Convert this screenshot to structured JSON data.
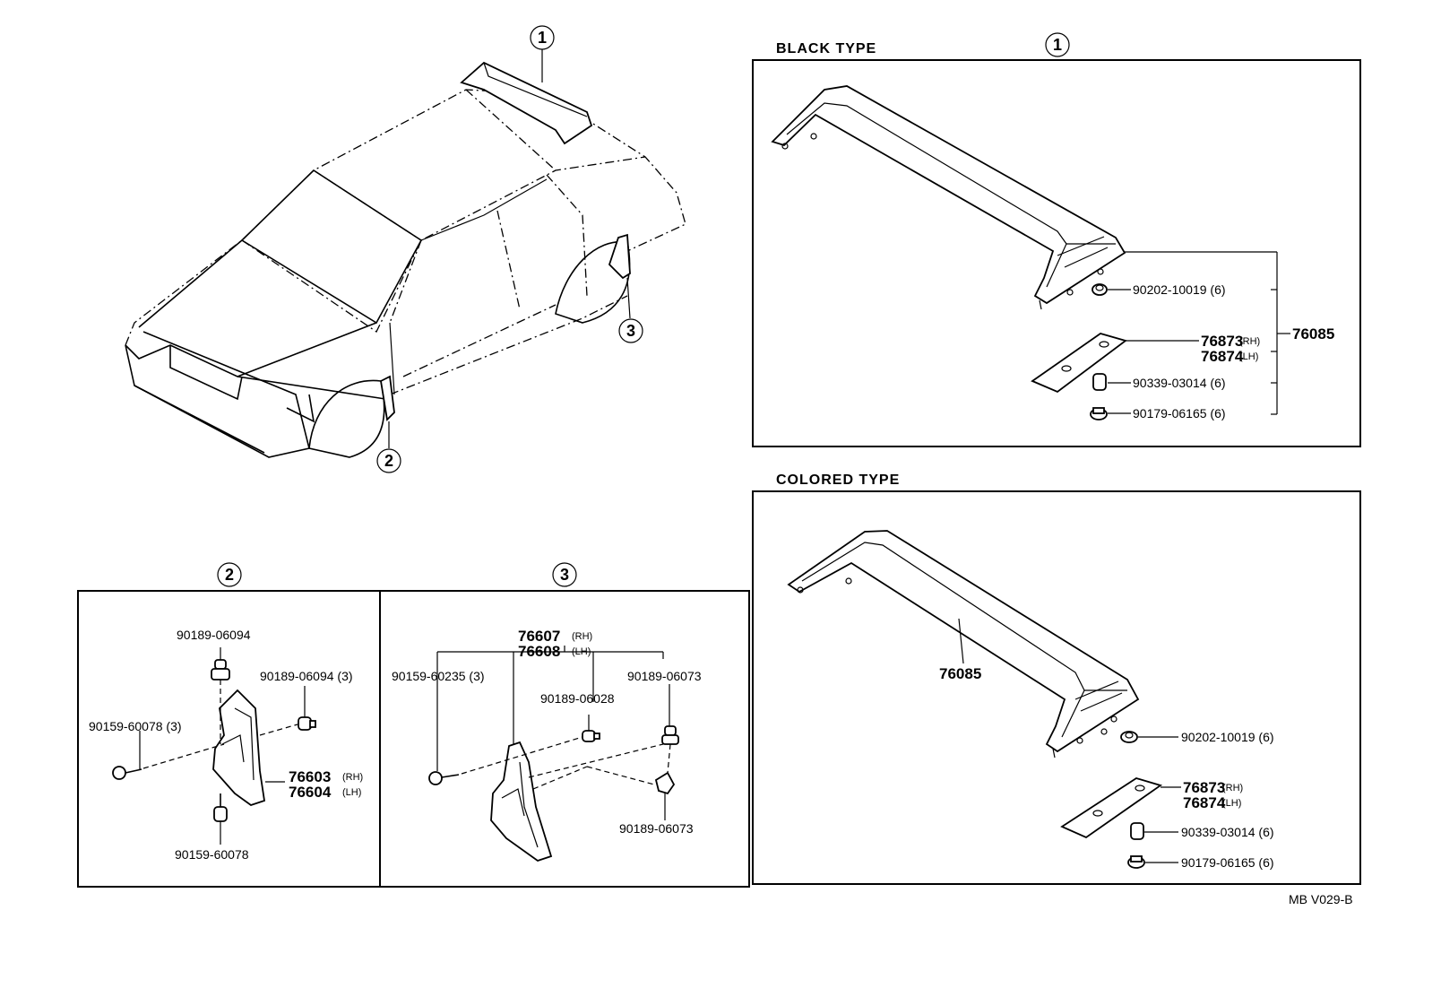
{
  "callouts": {
    "c1": "1",
    "c2": "2",
    "c3": "3"
  },
  "black_type": {
    "title": "BLACK TYPE",
    "assembly": "76085",
    "nut": "90202-10019 (6)",
    "bracket_rh": "76873",
    "rh": "(RH)",
    "bracket_lh": "76874",
    "lh": "(LH)",
    "collar": "90339-03014 (6)",
    "nut2": "90179-06165 (6)"
  },
  "colored_type": {
    "title": "COLORED TYPE",
    "assembly": "76085",
    "nut": "90202-10019 (6)",
    "bracket_rh": "76873",
    "rh": "(RH)",
    "bracket_lh": "76874",
    "lh": "(LH)",
    "collar": "90339-03014 (6)",
    "nut2": "90179-06165 (6)"
  },
  "front_mudguard": {
    "top_clip": "90189-06094",
    "side_clip": "90189-06094 (3)",
    "screw_left": "90159-60078 (3)",
    "guard_rh": "76603",
    "rh": "(RH)",
    "guard_lh": "76604",
    "lh": "(LH)",
    "screw_bottom": "90159-60078"
  },
  "rear_mudguard": {
    "guard_rh": "76607",
    "rh": "(RH)",
    "guard_lh": "76608",
    "lh": "(LH)",
    "screw_left": "90159-60235 (3)",
    "clip_mid": "90189-06028",
    "clip_right_top": "90189-06073",
    "clip_right_bottom": "90189-06073"
  },
  "figure_code": "MB V029-B"
}
